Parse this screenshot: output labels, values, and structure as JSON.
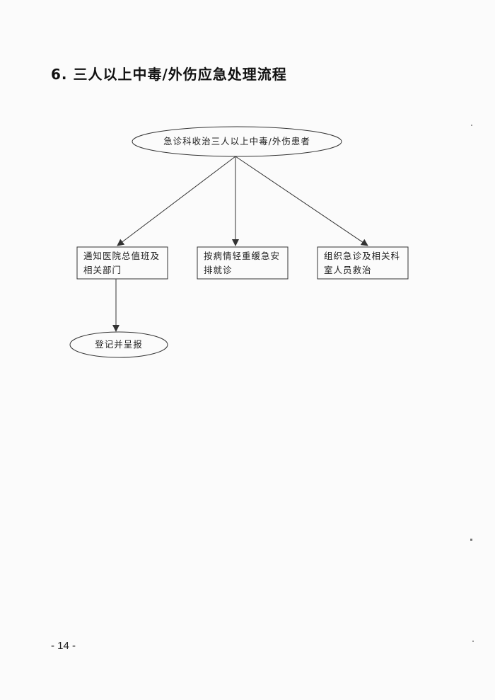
{
  "heading": "6. 三人以上中毒/外伤应急处理流程",
  "flowchart": {
    "root": "急诊科收治三人以上中毒/外伤患者",
    "branches": [
      {
        "label": "通知医院总值班及相关部门"
      },
      {
        "label": "按病情轻重缓急安排就诊"
      },
      {
        "label": "组织急诊及相关科室人员救治"
      }
    ],
    "terminal": "登记并呈报"
  },
  "footer": {
    "page_number": "- 14 -"
  }
}
